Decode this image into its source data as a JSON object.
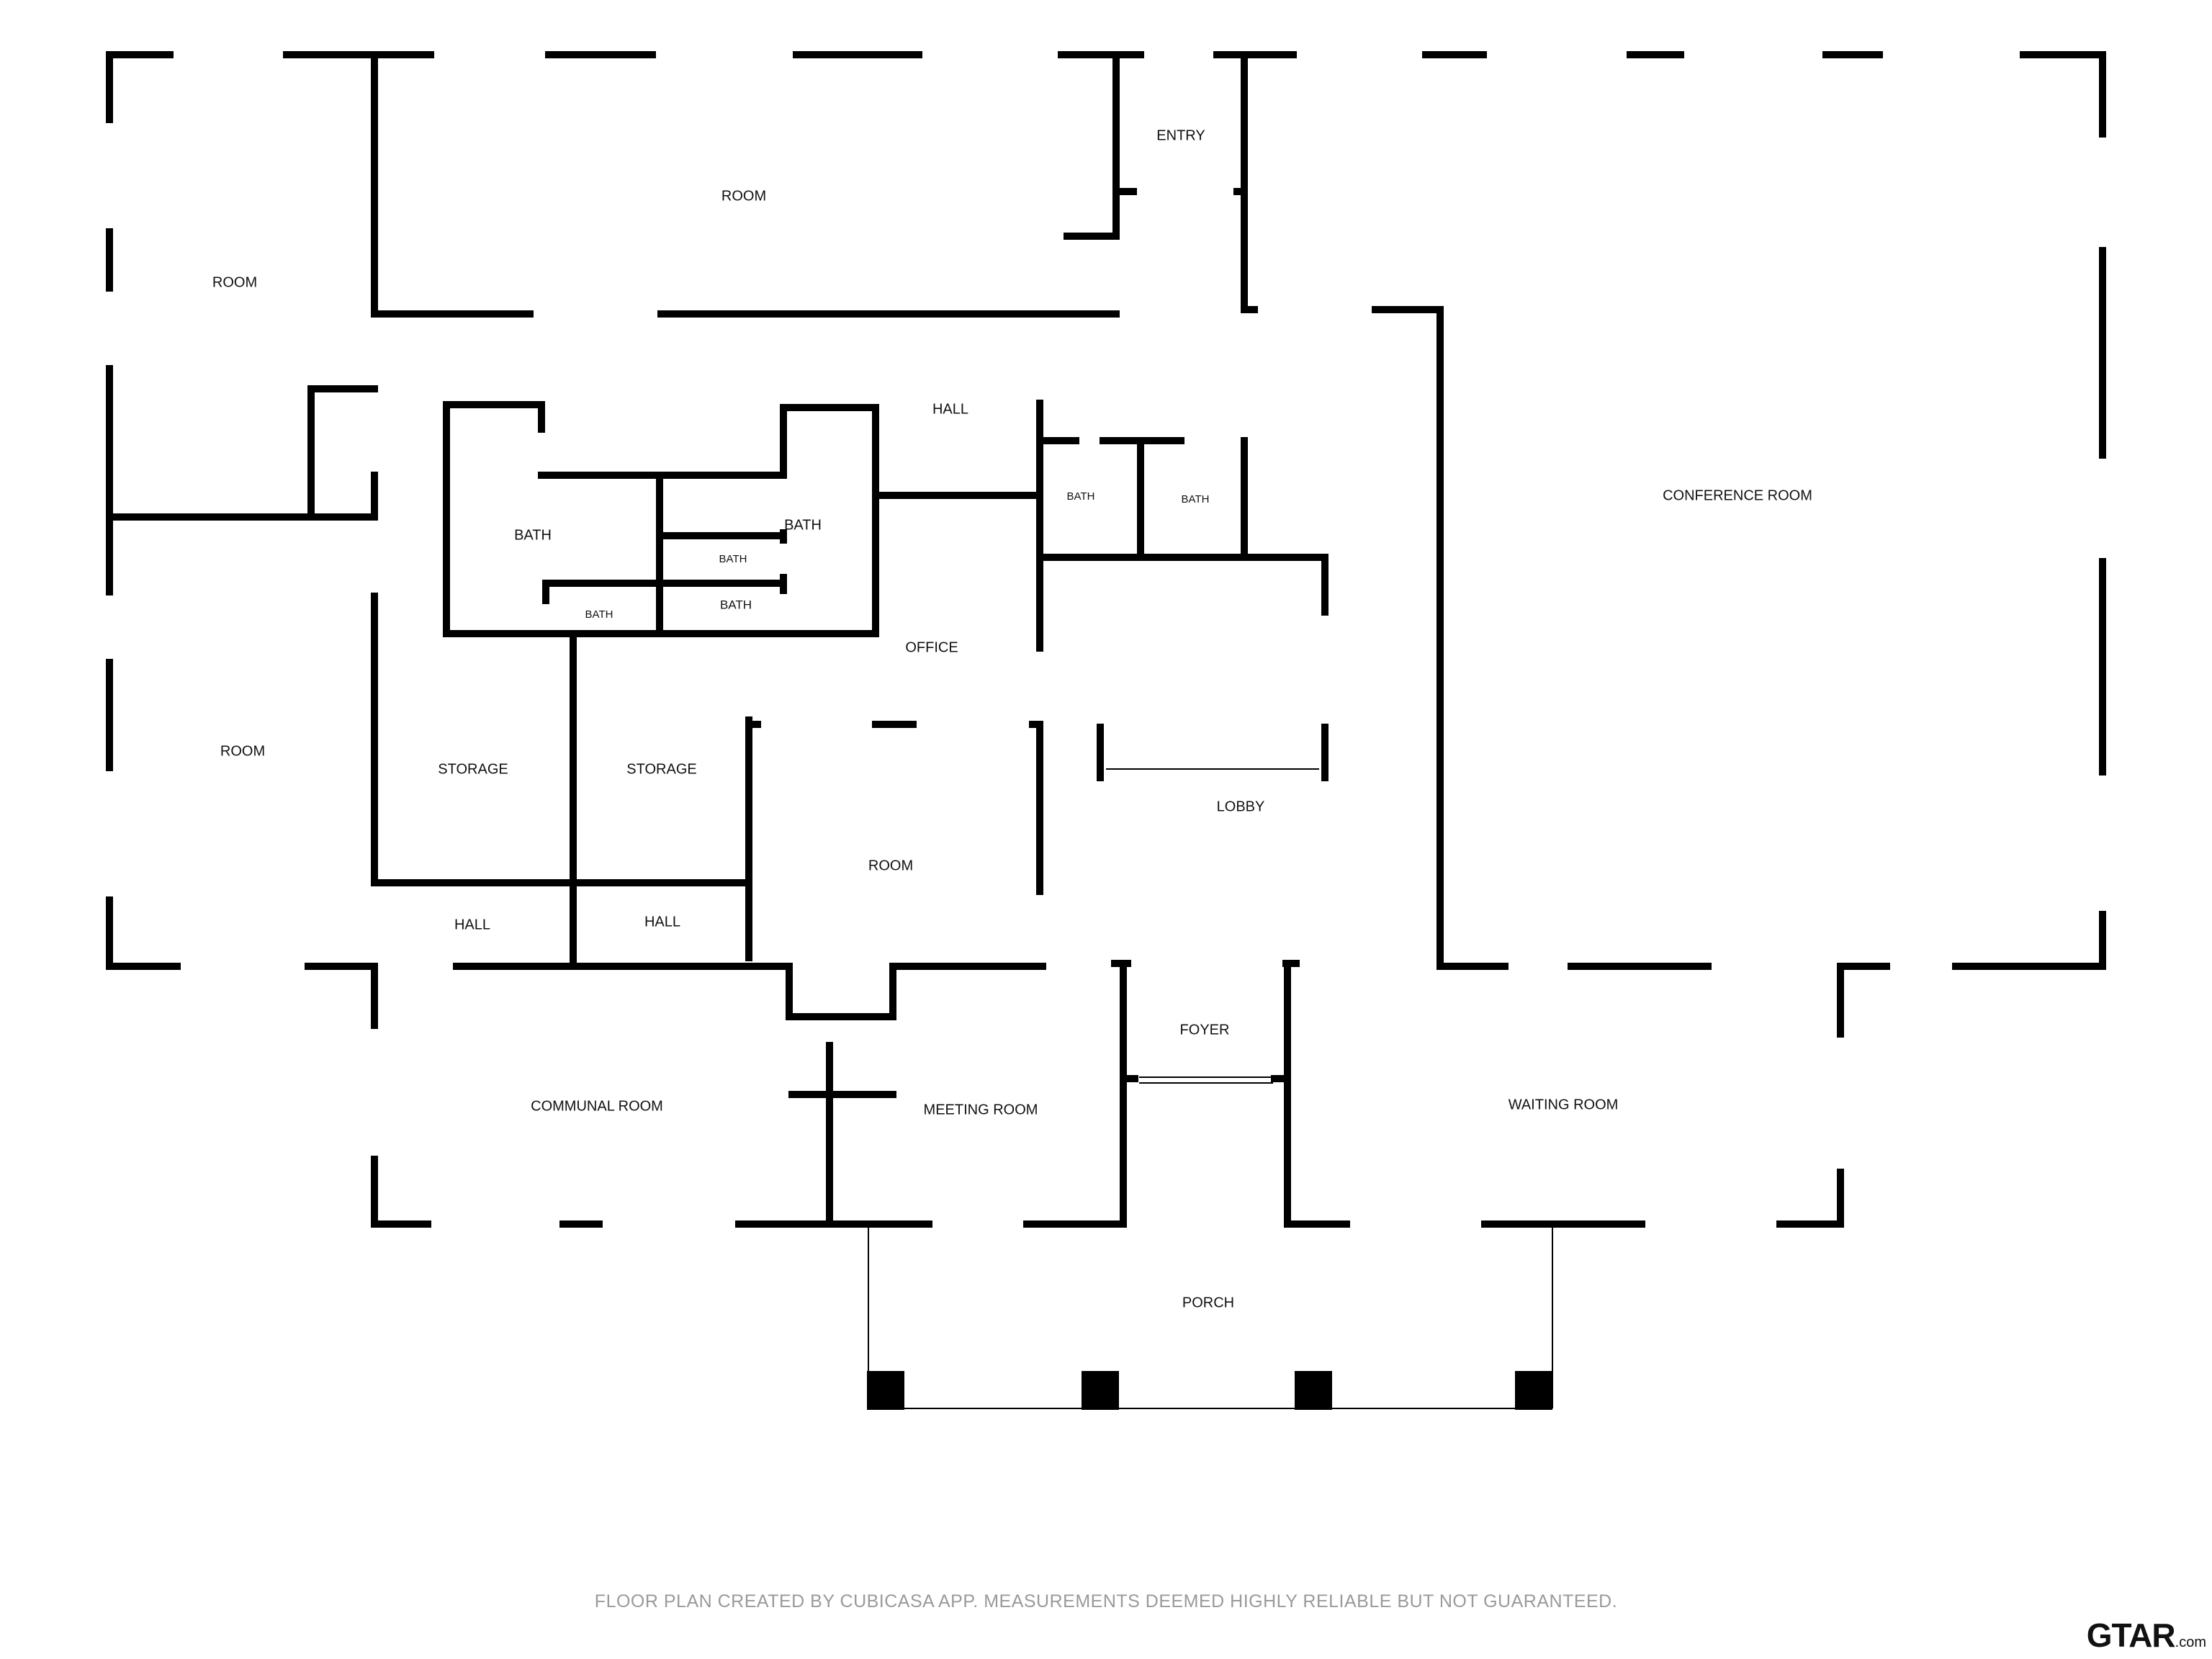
{
  "rooms": {
    "room_nw": "ROOM",
    "room_north": "ROOM",
    "entry": "ENTRY",
    "conference_room": "CONFERENCE ROOM",
    "hall_top": "HALL",
    "bath_1": "BATH",
    "bath_2": "BATH",
    "bath_3": "BATH",
    "bath_4": "BATH",
    "bath_5": "BATH",
    "bath_6": "BATH",
    "bath_7": "BATH",
    "office": "OFFICE",
    "room_west": "ROOM",
    "storage_1": "STORAGE",
    "storage_2": "STORAGE",
    "room_center": "ROOM",
    "lobby": "LOBBY",
    "hall_left": "HALL",
    "hall_right": "HALL",
    "communal_room": "COMMUNAL ROOM",
    "meeting_room": "MEETING ROOM",
    "foyer": "FOYER",
    "waiting_room": "WAITING ROOM",
    "porch": "PORCH"
  },
  "footer": {
    "disclaimer": "FLOOR PLAN CREATED BY CUBICASA APP. MEASUREMENTS DEEMED HIGHLY RELIABLE BUT NOT GUARANTEED."
  },
  "logo": {
    "main": "GTAR",
    "domain": ".com"
  }
}
